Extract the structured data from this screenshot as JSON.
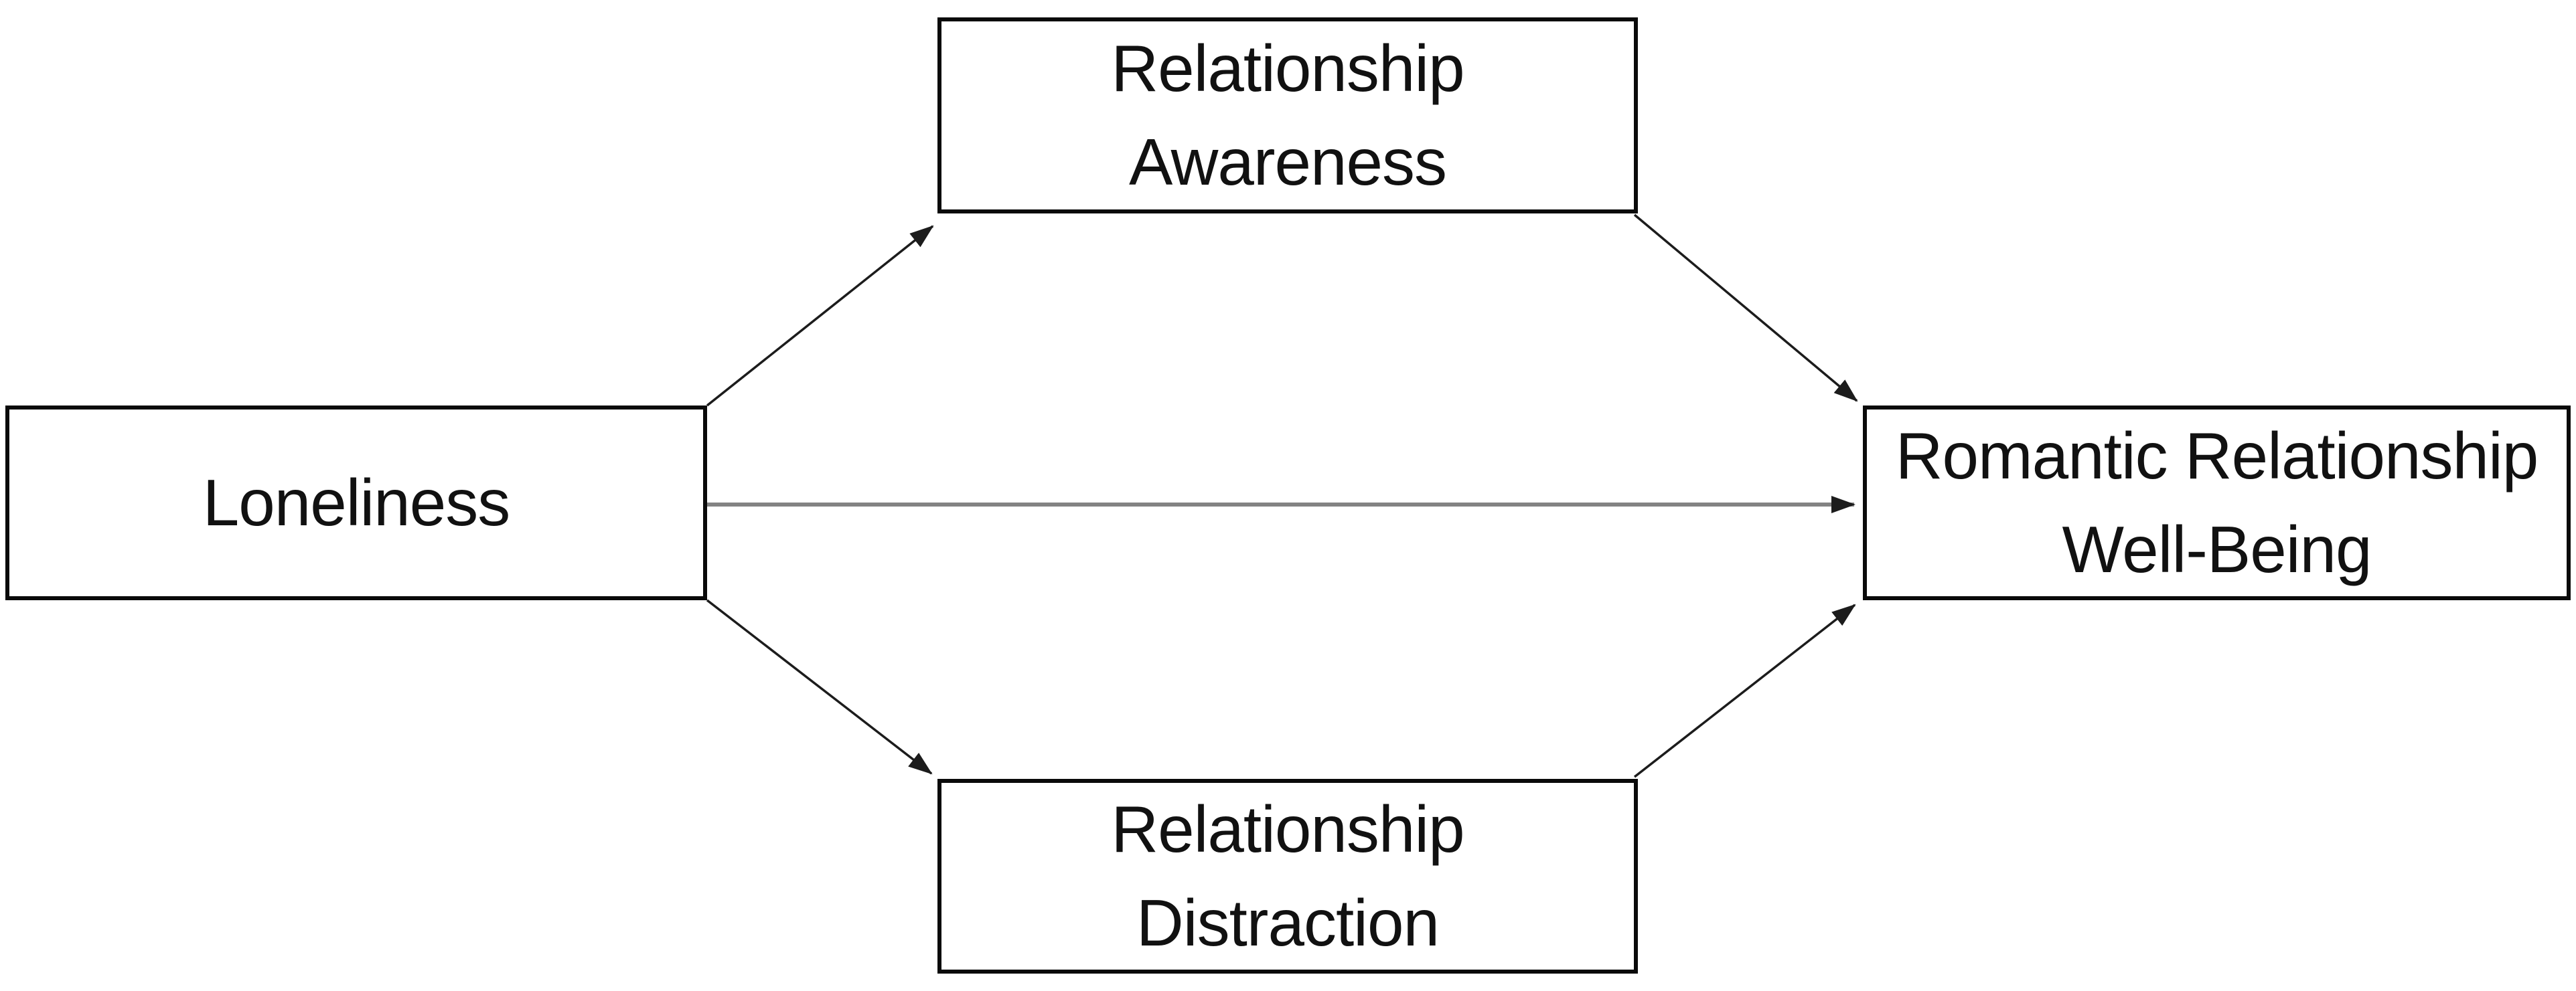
{
  "diagram": {
    "type": "mediation-path-model",
    "nodes": {
      "loneliness": {
        "label": "Loneliness",
        "role": "predictor"
      },
      "awareness": {
        "label": "Relationship\nAwareness",
        "role": "mediator"
      },
      "distraction": {
        "label": "Relationship\nDistraction",
        "role": "mediator"
      },
      "wellbeing": {
        "label": "Romantic Relationship\nWell-Being",
        "role": "outcome"
      }
    },
    "edges": [
      {
        "from": "Loneliness",
        "to": "Relationship Awareness",
        "style": "solid",
        "arrowhead": "triangle"
      },
      {
        "from": "Loneliness",
        "to": "Relationship Distraction",
        "style": "solid",
        "arrowhead": "triangle"
      },
      {
        "from": "Loneliness",
        "to": "Romantic Relationship Well-Being",
        "style": "solid-gray-direct",
        "arrowhead": "triangle"
      },
      {
        "from": "Relationship Awareness",
        "to": "Romantic Relationship Well-Being",
        "style": "solid",
        "arrowhead": "triangle"
      },
      {
        "from": "Relationship Distraction",
        "to": "Romantic Relationship Well-Being",
        "style": "solid",
        "arrowhead": "triangle"
      }
    ],
    "colors": {
      "background": "#ffffff",
      "node_fill": "#ffffff",
      "node_border": "#0a0a0a",
      "text": "#111111",
      "edge": "#1c1c1c",
      "direct_edge": "#838383"
    }
  }
}
